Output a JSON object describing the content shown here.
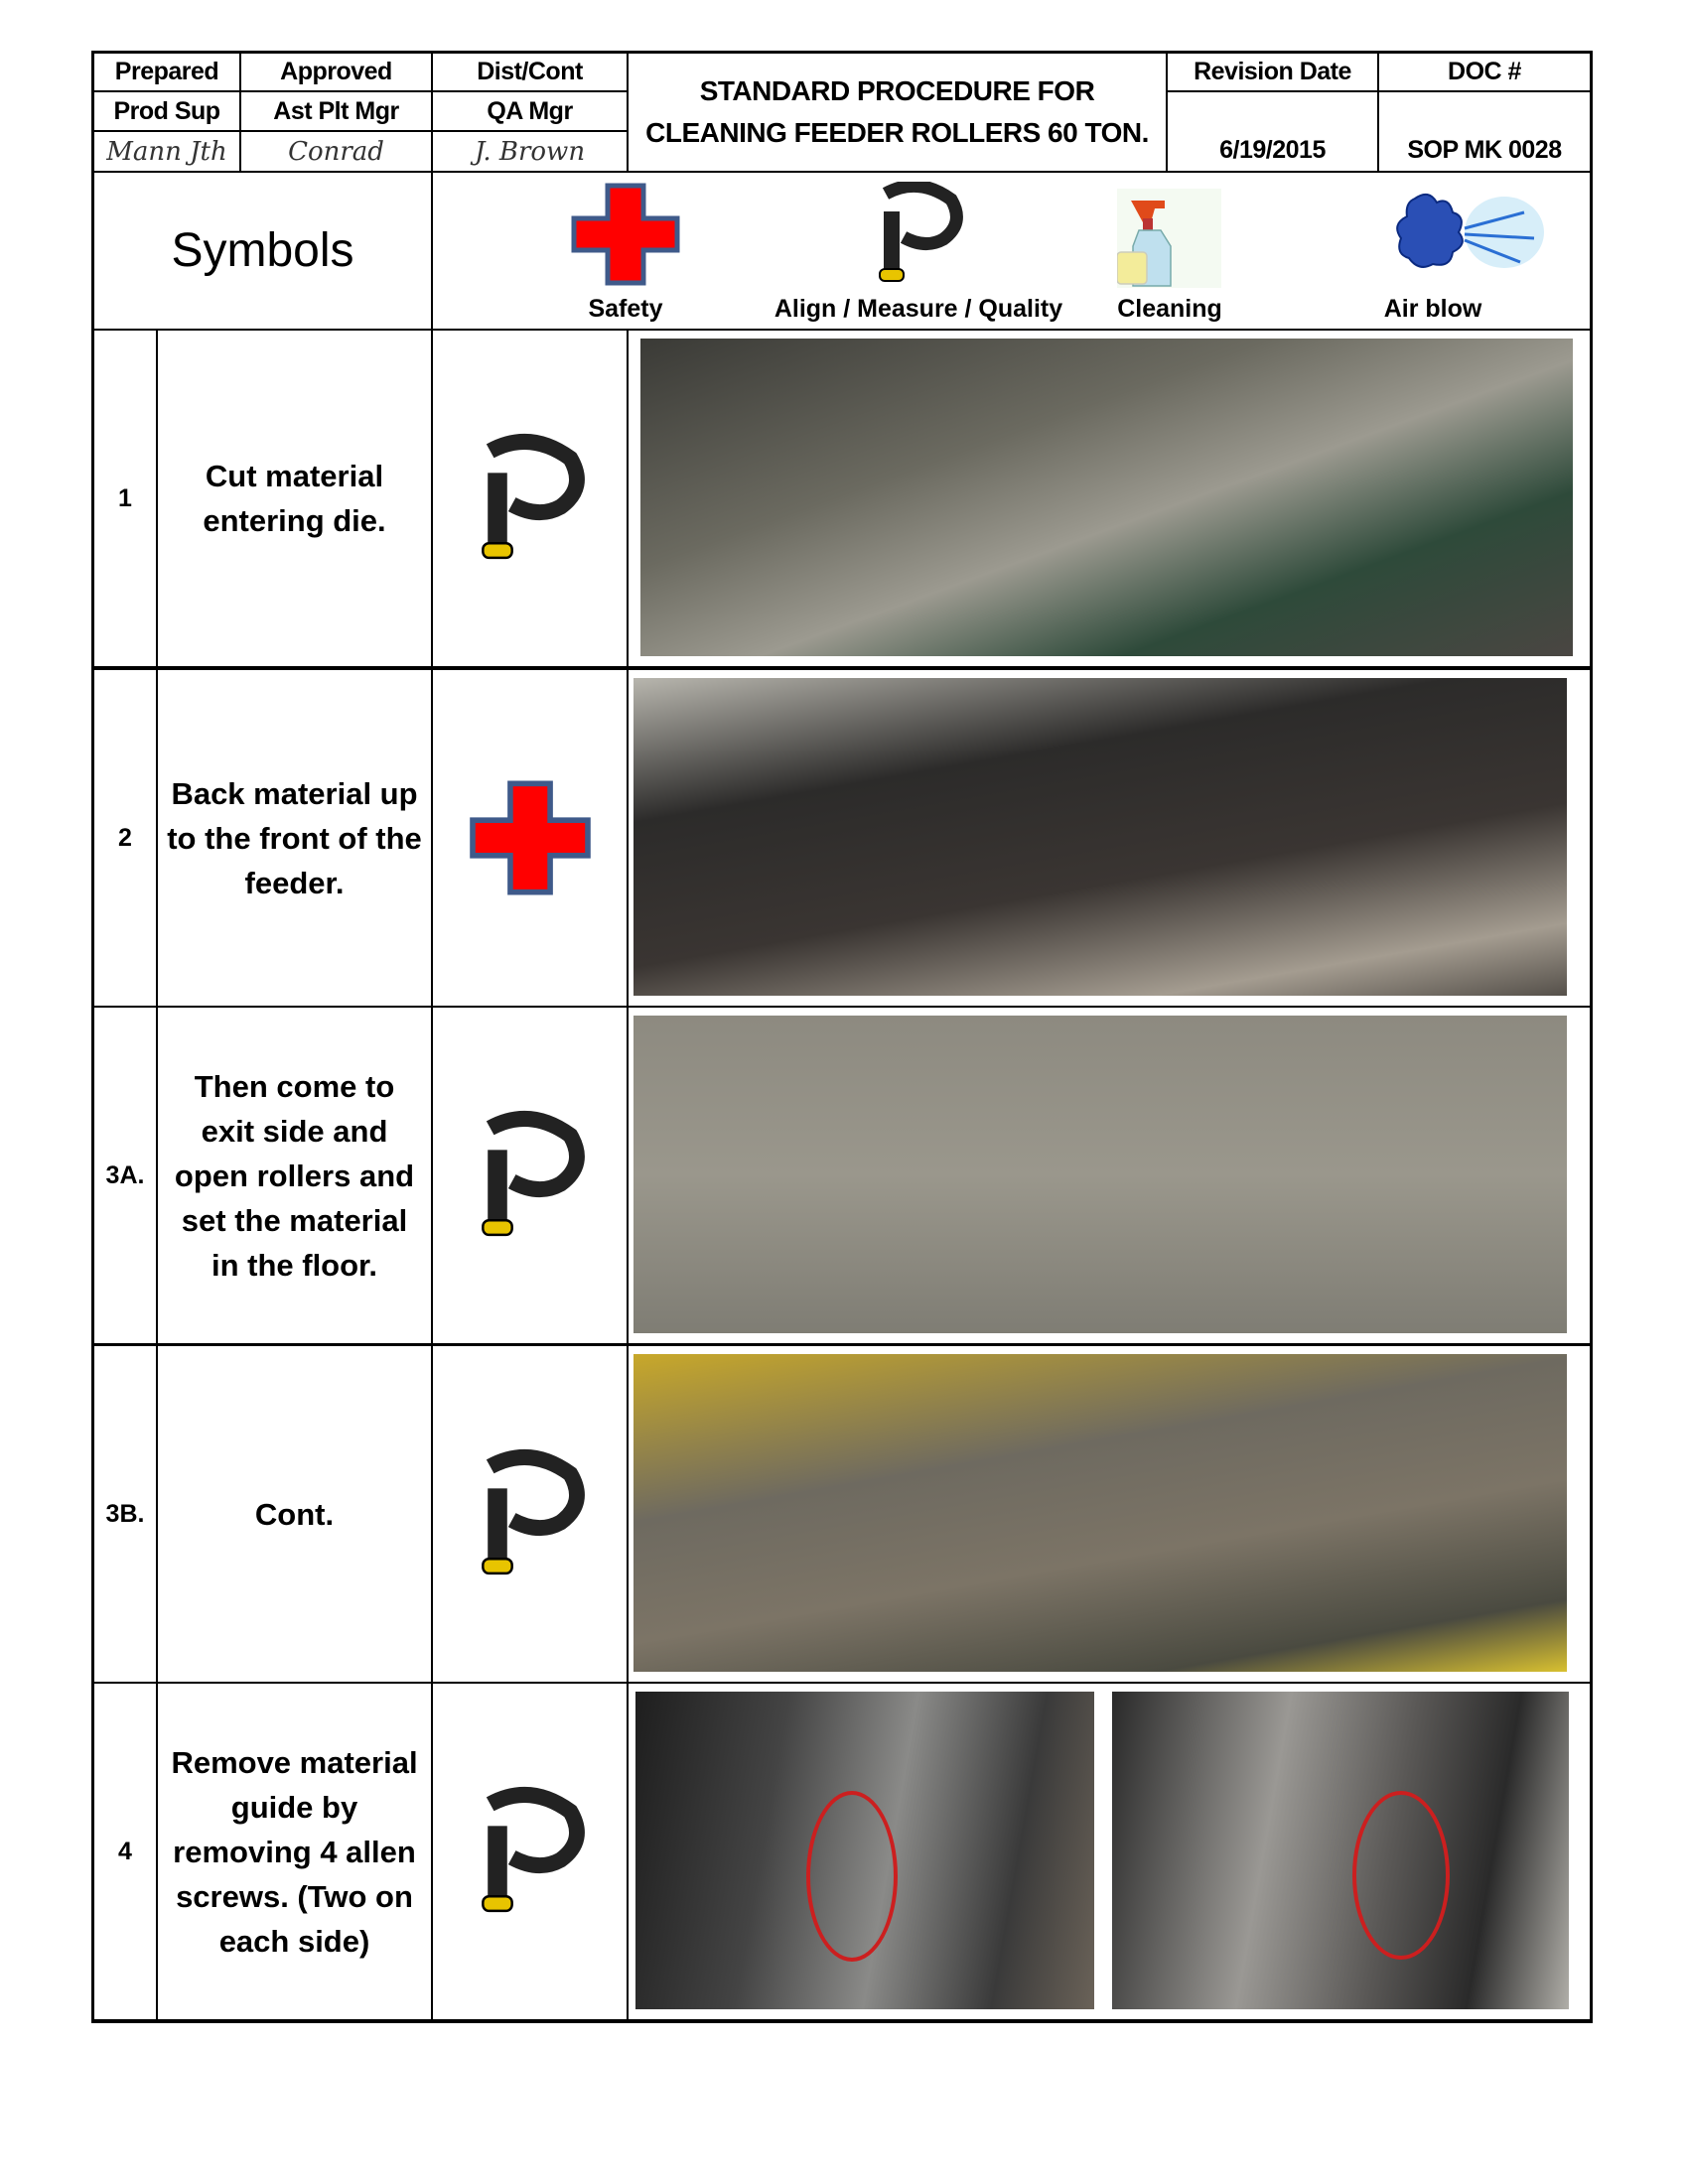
{
  "header": {
    "roles_top": [
      "Prepared",
      "Approved",
      "Dist/Cont"
    ],
    "roles_titles": [
      "Prod Sup",
      "Ast Plt Mgr",
      "QA Mgr"
    ],
    "signatures": [
      "Mann Jth",
      "Conrad",
      "J. Brown"
    ],
    "title_line1": "STANDARD PROCEDURE FOR",
    "title_line2": "CLEANING FEEDER ROLLERS 60 TON.",
    "revision_date_label": "Revision Date",
    "revision_date": "6/19/2015",
    "doc_label": "DOC #",
    "doc_number": "SOP MK 0028"
  },
  "symbols": {
    "heading": "Symbols",
    "items": [
      {
        "label": "Safety",
        "icon": "red-cross-icon"
      },
      {
        "label": "Align / Measure / Quality",
        "icon": "micrometer-icon"
      },
      {
        "label": "Cleaning",
        "icon": "spray-bottle-icon"
      },
      {
        "label": "Air blow",
        "icon": "air-blow-icon"
      }
    ]
  },
  "steps": [
    {
      "number": "1",
      "text": "Cut material entering die.",
      "symbol": "micrometer-icon"
    },
    {
      "number": "2",
      "text": "Back material up to the front of the feeder.",
      "symbol": "red-cross-icon"
    },
    {
      "number": "3A.",
      "text": "Then come to exit side and open rollers and set the material in the floor.",
      "symbol": "micrometer-icon"
    },
    {
      "number": "3B.",
      "text": "Cont.",
      "symbol": "micrometer-icon"
    },
    {
      "number": "4",
      "text": "Remove material guide by removing 4 allen screws. (Two on each side)",
      "symbol": "micrometer-icon"
    }
  ],
  "colors": {
    "safety_red": "#ff0000",
    "safety_border": "#3f5a8a",
    "annotation_red": "#cc1f1f"
  }
}
